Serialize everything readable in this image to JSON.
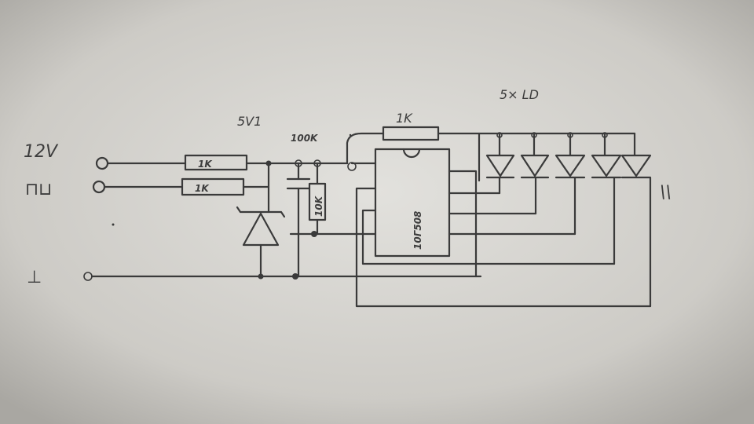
{
  "labels": {
    "supply": "12V",
    "pulse": "⊓⊔",
    "ground": "⊥",
    "r_in_1": "1K",
    "r_in_2": "1K",
    "zener": "5V1",
    "r_100k": "100K",
    "r_10k": "10K",
    "r_feedback": "1K",
    "ic": "10Γ508",
    "leds": "5× LD",
    "light": "\\\\"
  },
  "colors": {
    "paper": "#cfcdc8",
    "pencil": "#3a3a3a"
  }
}
